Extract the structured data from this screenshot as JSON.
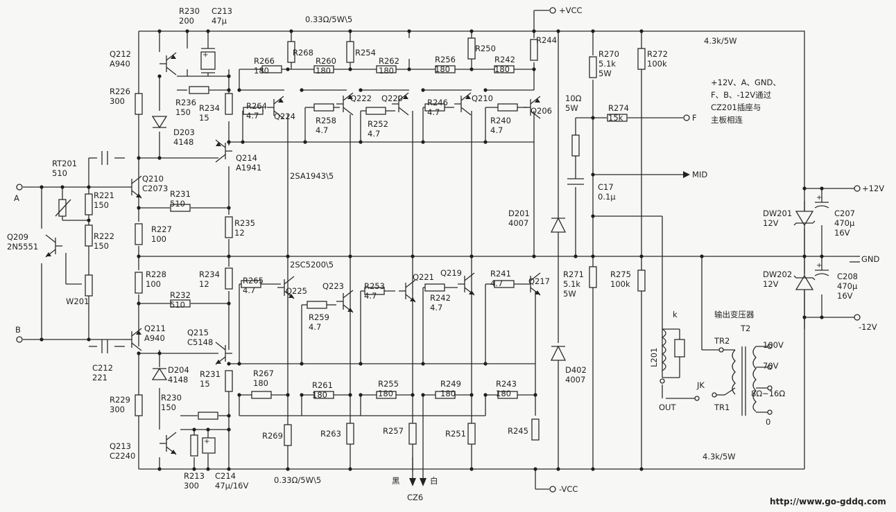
{
  "nets": {
    "vcc_pos": "+VCC",
    "vcc_neg": "-VCC",
    "gnd": "GND",
    "p12": "+12V",
    "n12": "-12V",
    "in_a": "A",
    "in_b": "B",
    "mid": "MID",
    "f": "F"
  },
  "rails": {
    "top_spec": "0.33Ω/5W\\5",
    "bottom_spec": "0.33Ω/5W\\5",
    "npn_bank": "2SC5200\\5",
    "pnp_bank": "2SA1943\\5",
    "r_top": "4.3k/5W",
    "r_bottom": "4.3k/5W"
  },
  "note": [
    "+12V、A、GND、",
    "F、B、-12V通过",
    "CZ201插座与",
    "主板相连"
  ],
  "connector": {
    "name": "CZ6",
    "black": "黑",
    "white": "白"
  },
  "transformer": {
    "title": "输出变压器",
    "name": "T2",
    "taps": [
      "100V",
      "70V",
      "8Ω~16Ω",
      "0"
    ],
    "tr1": "TR1",
    "tr2": "TR2",
    "jk": "JK",
    "out": "OUT",
    "l201": "L201",
    "k": "k"
  },
  "watermark": "http://www.go-gddq.com",
  "parts": {
    "Q212": [
      "Q212",
      "A940"
    ],
    "R230t": [
      "R230",
      "200"
    ],
    "C213": [
      "C213",
      "47μ"
    ],
    "R226": [
      "R226",
      "300"
    ],
    "R236": [
      "R236",
      "150"
    ],
    "D203": [
      "D203",
      "4148"
    ],
    "R234t": [
      "R234",
      "15"
    ],
    "R268": [
      "R268"
    ],
    "R266": [
      "R266",
      "180"
    ],
    "R264": [
      "R264",
      "4.7"
    ],
    "Q224": [
      "Q224"
    ],
    "R260": [
      "R260",
      "180"
    ],
    "R254": [
      "R254"
    ],
    "R258": [
      "R258",
      "4.7"
    ],
    "Q222": [
      "Q222"
    ],
    "R262": [
      "R262",
      "180"
    ],
    "Q220": [
      "Q220"
    ],
    "R252": [
      "R252",
      "4.7"
    ],
    "R256": [
      "R256",
      "180"
    ],
    "R250": [
      "R250"
    ],
    "R246": [
      "R246",
      "4.7"
    ],
    "Q210b": [
      "Q210"
    ],
    "R242t": [
      "R242",
      "180"
    ],
    "R240": [
      "R240",
      "4.7"
    ],
    "R244": [
      "R244"
    ],
    "Q206": [
      "Q206"
    ],
    "Q214": [
      "Q214",
      "A1941"
    ],
    "RT201": [
      "RT201",
      "510"
    ],
    "Q210": [
      "Q210",
      "C2073"
    ],
    "R221": [
      "R221",
      "150"
    ],
    "R222": [
      "R222",
      "150"
    ],
    "R231t": [
      "R231",
      "510"
    ],
    "R227": [
      "R227",
      "100"
    ],
    "R235": [
      "R235",
      "12"
    ],
    "Q209": [
      "Q209",
      "2N5551"
    ],
    "W201": [
      "W201"
    ],
    "R228": [
      "R228",
      "100"
    ],
    "R234b": [
      "R234",
      "12"
    ],
    "R232": [
      "R232",
      "510"
    ],
    "Q211": [
      "Q211",
      "A940"
    ],
    "C212": [
      "C212",
      "221"
    ],
    "Q215": [
      "Q215",
      "C5148"
    ],
    "D204": [
      "D204",
      "4148"
    ],
    "R231b": [
      "R231",
      "15"
    ],
    "R229": [
      "R229",
      "300"
    ],
    "R230b": [
      "R230",
      "150"
    ],
    "Q213": [
      "Q213",
      "C2240"
    ],
    "R213": [
      "R213",
      "300"
    ],
    "C214": [
      "C214",
      "47μ/16V"
    ],
    "R265": [
      "R265",
      "4.7"
    ],
    "Q225": [
      "Q225"
    ],
    "Q223": [
      "Q223"
    ],
    "R259": [
      "R259",
      "4.7"
    ],
    "R253": [
      "R253",
      "4.7"
    ],
    "Q221": [
      "Q221"
    ],
    "Q219": [
      "Q219"
    ],
    "R242b": [
      "R242",
      "4.7"
    ],
    "R241": [
      "R241",
      "4.7"
    ],
    "Q217": [
      "Q217"
    ],
    "R267": [
      "R267",
      "180"
    ],
    "R261": [
      "R261",
      "180"
    ],
    "R255": [
      "R255",
      "180"
    ],
    "R249": [
      "R249",
      "180"
    ],
    "R243": [
      "R243",
      "180"
    ],
    "R269": [
      "R269"
    ],
    "R263": [
      "R263"
    ],
    "R257": [
      "R257"
    ],
    "R251": [
      "R251"
    ],
    "R245": [
      "R245"
    ],
    "R270": [
      "R270",
      "5.1k",
      "5W"
    ],
    "R272": [
      "R272",
      "100k"
    ],
    "R10": [
      "10Ω",
      "5W"
    ],
    "R274": [
      "R274",
      "15k"
    ],
    "C17": [
      "C17",
      "0.1μ"
    ],
    "D201": [
      "D201",
      "4007"
    ],
    "D402": [
      "D402",
      "4007"
    ],
    "R271": [
      "R271",
      "5.1k",
      "5W"
    ],
    "R275": [
      "R275",
      "100k"
    ],
    "DW201": [
      "DW201",
      "12V"
    ],
    "C207": [
      "C207",
      "470μ",
      "16V"
    ],
    "DW202": [
      "DW202",
      "12V"
    ],
    "C208": [
      "C208",
      "470μ",
      "16V"
    ]
  }
}
